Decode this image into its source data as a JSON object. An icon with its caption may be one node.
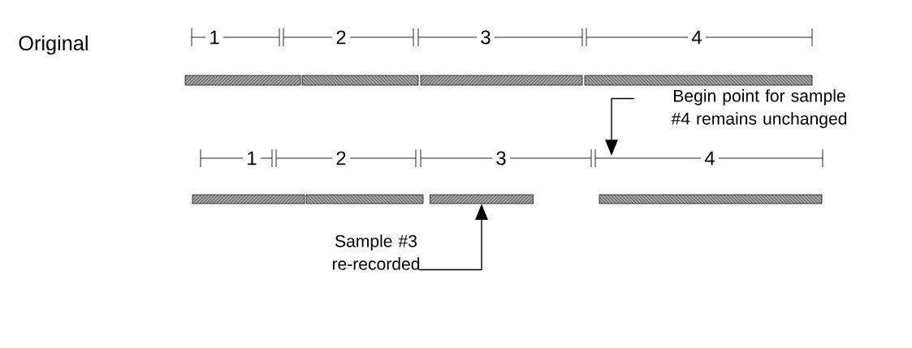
{
  "diagram": {
    "nodes": [
      {
        "text": [
          "Begin point for sample #4 remains unchanged"
        ]
      },
      {
        "text": [
          "Sample #3 re-recorded"
        ]
      },
      {
        "text": [],
        "shape": "bar"
      }
    ],
    "edges": [
      {
        "from": 0,
        "to": null,
        "arrow": "to"
      },
      {
        "from": 1,
        "to": 2,
        "arrow": "to"
      }
    ],
    "labels": [
      "Original",
      "1",
      "2",
      "3",
      "4",
      "1",
      "2",
      "3",
      "4"
    ]
  }
}
